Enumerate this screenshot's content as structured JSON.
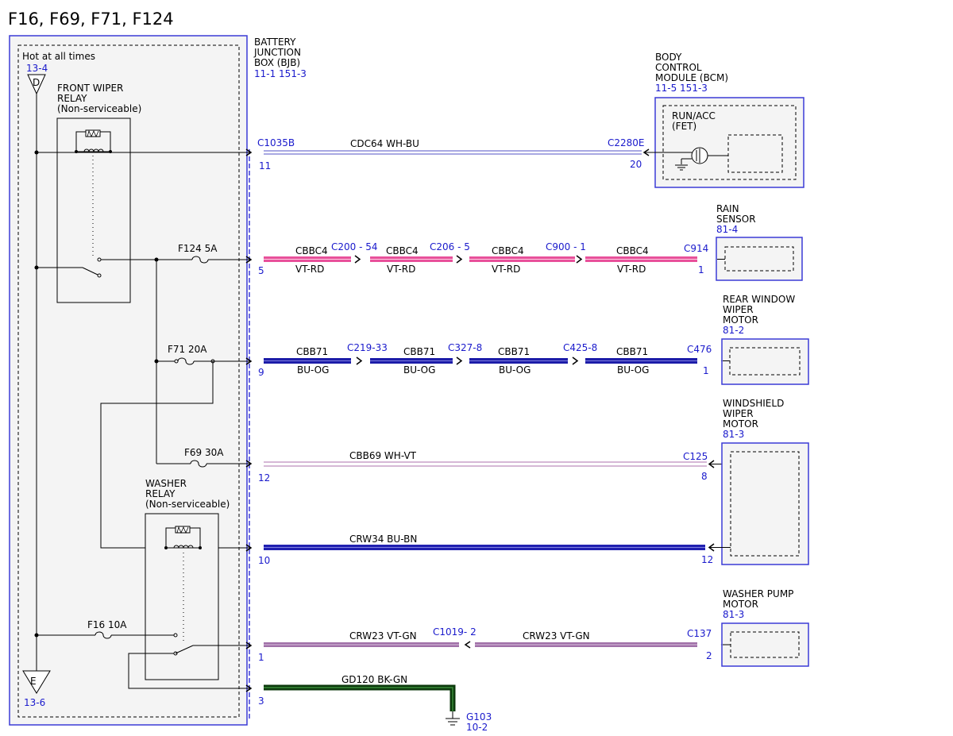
{
  "title": "F16, F69, F71, F124",
  "colors": {
    "frame": "#3b3bd6",
    "reference": "#1a1acc",
    "box_fill": "#f2f2f2",
    "wh_bu": "#8c8cd8",
    "vt_rd": "#e8509a",
    "bu_og": "#1c1ca8",
    "wh_vt": "#c8a0c8",
    "bu_bn": "#2020b0",
    "vt_gn": "#a070a8",
    "bk_gn": "#0c3a0c"
  },
  "bjb": {
    "hot_label": "Hot at all times",
    "top_ref": "13-4",
    "top_letter": "D",
    "bottom_ref": "13-6",
    "bottom_letter": "E",
    "name_l1": "BATTERY",
    "name_l2": "JUNCTION",
    "name_l3": "BOX (BJB)",
    "ref": "11-1  151-3",
    "front_relay_l1": "FRONT WIPER",
    "front_relay_l2": "RELAY",
    "front_relay_l3": "(Non-serviceable)",
    "washer_relay_l1": "WASHER",
    "washer_relay_l2": "RELAY",
    "washer_relay_l3": "(Non-serviceable)",
    "fuses": {
      "f124": "F124  5A",
      "f71": "F71  20A",
      "f69": "F69  30A",
      "f16": "F16  10A"
    }
  },
  "bcm": {
    "name_l1": "BODY",
    "name_l2": "CONTROL",
    "name_l3": "MODULE (BCM)",
    "ref": "11-5  151-3",
    "inner_l1": "RUN/ACC",
    "inner_l2": "(FET)"
  },
  "rain_sensor": {
    "name_l1": "RAIN",
    "name_l2": "SENSOR",
    "ref": "81-4"
  },
  "rear_wiper": {
    "name_l1": "REAR WINDOW",
    "name_l2": "WIPER",
    "name_l3": "MOTOR",
    "ref": "81-2"
  },
  "ws_wiper": {
    "name_l1": "WINDSHIELD",
    "name_l2": "WIPER",
    "name_l3": "MOTOR",
    "ref": "81-3"
  },
  "washer_pump": {
    "name_l1": "WASHER PUMP",
    "name_l2": "MOTOR",
    "ref": "81-3"
  },
  "ground": {
    "name": "G103",
    "ref": "10-2"
  },
  "circuits": {
    "cdc64": {
      "bjb_conn": "C1035B",
      "bjb_pin": "11",
      "label": "CDC64  WH-BU",
      "end_conn": "C2280E",
      "end_pin": "20"
    },
    "cbbc4": {
      "bjb_pin": "5",
      "seg_circuit": "CBBC4",
      "seg_color": "VT-RD",
      "inline1": "C200 - 54",
      "inline2": "C206 - 5",
      "inline3": "C900 - 1",
      "end_conn": "C914",
      "end_pin": "1"
    },
    "cbb71": {
      "bjb_pin": "9",
      "seg_circuit": "CBB71",
      "seg_color": "BU-OG",
      "inline1": "C219-33",
      "inline2": "C327-8",
      "inline3": "C425-8",
      "end_conn": "C476",
      "end_pin": "1"
    },
    "cbb69": {
      "bjb_pin": "12",
      "label": "CBB69   WH-VT",
      "end_conn": "C125",
      "end_pin": "8"
    },
    "crw34": {
      "bjb_pin": "10",
      "label": "CRW34 BU-BN",
      "end_pin": "12"
    },
    "crw23": {
      "bjb_pin": "1",
      "label": "CRW23 VT-GN",
      "inline": "C1019- 2",
      "end_conn": "C137",
      "end_pin": "2"
    },
    "gd120": {
      "bjb_pin": "3",
      "label": "GD120   BK-GN"
    }
  }
}
